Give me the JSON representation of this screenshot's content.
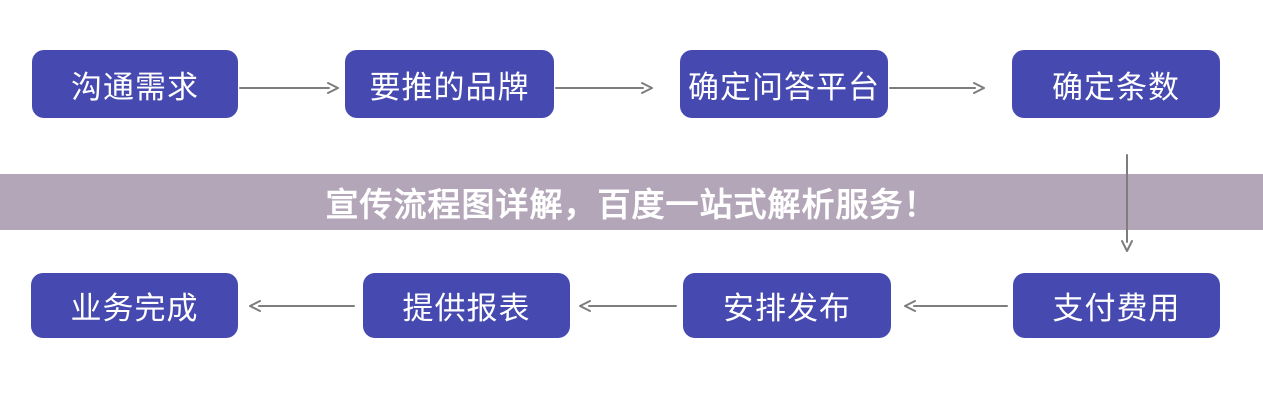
{
  "banner": {
    "text": "宣传流程图详解，百度一站式解析服务！",
    "bg_color": "#b3a6b9",
    "text_color": "#ffffff"
  },
  "flow": {
    "box_color": "#4649af",
    "box_text_color": "#ffffff",
    "arrow_color": "#7d7d7d",
    "steps": [
      {
        "label": "沟通需求"
      },
      {
        "label": "要推的品牌"
      },
      {
        "label": "确定问答平台"
      },
      {
        "label": "确定条数"
      },
      {
        "label": "支付费用"
      },
      {
        "label": "安排发布"
      },
      {
        "label": "提供报表"
      },
      {
        "label": "业务完成"
      }
    ]
  }
}
